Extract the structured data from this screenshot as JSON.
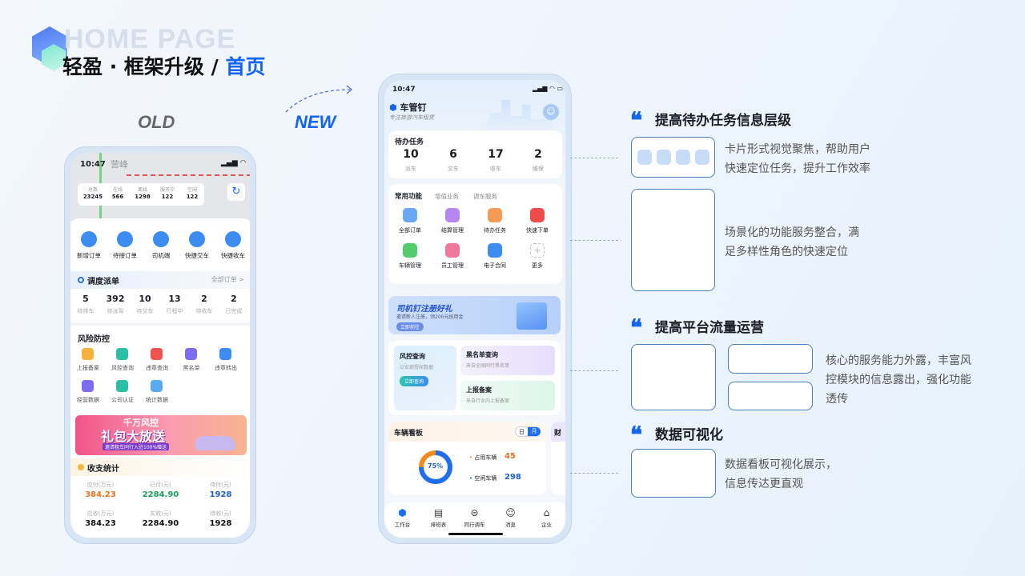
{
  "header": {
    "en_title": "HOME PAGE",
    "cn_title": "轻盈 · 框架升级",
    "cn_sep": "/",
    "cn_highlight": "首页",
    "old_label": "OLD",
    "new_label": "NEW"
  },
  "colors": {
    "accent": "#1364f0",
    "orange": "#e8731e",
    "green": "#1a9e5a",
    "blue": "#1d5fc4"
  },
  "old": {
    "status_time": "10:47",
    "map_label": "营峰",
    "stats": [
      {
        "label": "总数",
        "value": "23245"
      },
      {
        "label": "在线",
        "value": "566"
      },
      {
        "label": "离线",
        "value": "1298"
      },
      {
        "label": "服务中",
        "value": "122"
      },
      {
        "label": "空闲",
        "value": "122"
      }
    ],
    "quick": [
      "新增订单",
      "待接订单",
      "司机端",
      "快捷交车",
      "快捷收车"
    ],
    "dispatch": {
      "title": "调度派单",
      "more": "全部订单 >",
      "items": [
        {
          "v": "5",
          "l": "待排车"
        },
        {
          "v": "392",
          "l": "待派驾"
        },
        {
          "v": "10",
          "l": "待交车"
        },
        {
          "v": "13",
          "l": "行程中"
        },
        {
          "v": "2",
          "l": "待收车"
        },
        {
          "v": "2",
          "l": "已完成"
        }
      ]
    },
    "risk": {
      "title": "风险防控",
      "items": [
        "上报备案",
        "风控查询",
        "违章查询",
        "黑名单",
        "违章转出",
        "经营数据",
        "公司认证",
        "统计数据"
      ]
    },
    "banner": {
      "line1": "千万风控",
      "line2": "礼包大放送",
      "line3": "邀请租车同行入驻100%赠送"
    },
    "finance": {
      "title": "收支统计",
      "row1": [
        {
          "l": "应付(万元)",
          "v": "384.23"
        },
        {
          "l": "已付(元)",
          "v": "2284.90"
        },
        {
          "l": "待付(元)",
          "v": "1928"
        }
      ],
      "row2": [
        {
          "l": "应收(万元)",
          "v": "384.23"
        },
        {
          "l": "实收(元)",
          "v": "2284.90"
        },
        {
          "l": "待收(元)",
          "v": "1928"
        }
      ]
    }
  },
  "new": {
    "status_time": "10:47",
    "brand": "车管钉",
    "slogan": "专注旅游汽车租赁",
    "todo": {
      "title": "待办任务",
      "items": [
        {
          "v": "10",
          "l": "派车"
        },
        {
          "v": "6",
          "l": "交车"
        },
        {
          "v": "17",
          "l": "收车"
        },
        {
          "v": "2",
          "l": "维保"
        }
      ]
    },
    "func_tabs": [
      "常用功能",
      "增值业务",
      "调车服务"
    ],
    "funcs": [
      "全部订单",
      "结算管理",
      "待办任务",
      "快速下单",
      "车辆管理",
      "员工管理",
      "电子合同",
      "更多"
    ],
    "promo": {
      "title": "司机钉注册好礼",
      "sub": "邀请新人注册，领200元抵用金",
      "btn": "立即前往"
    },
    "risk": {
      "title": "风控查询",
      "sub": "公安部授权数据",
      "btn": "立即查询"
    },
    "blacklist": {
      "title": "黑名单查询",
      "sub": "来自全国同行黑名单"
    },
    "report": {
      "title": "上报备案",
      "sub": "来自行业内上报备案"
    },
    "board": {
      "title": "车辆看板",
      "toggle": [
        "日",
        "月"
      ],
      "percent": "75%",
      "percent_value": 75,
      "occupied_label": "占用车辆",
      "occupied": "45",
      "idle_label": "空闲车辆",
      "idle": "298",
      "peek": "财"
    },
    "tabbar": [
      "工作台",
      "排班表",
      "同行调车",
      "消息",
      "企业"
    ]
  },
  "notes": [
    {
      "title": "提高待办任务信息层级",
      "text1": "卡片形式视觉聚焦，帮助用户",
      "text2": "快速定位任务，提升工作效率",
      "text3": "场景化的功能服务整合，满",
      "text4": "足多样性角色的快速定位"
    },
    {
      "title": "提高平台流量运营",
      "text1": "核心的服务能力外露，丰富风",
      "text2": "控模块的信息露出，强化功能",
      "text3": "透传"
    },
    {
      "title": "数据可视化",
      "text1": "数据看板可视化展示，",
      "text2": "信息传达更直观"
    }
  ]
}
